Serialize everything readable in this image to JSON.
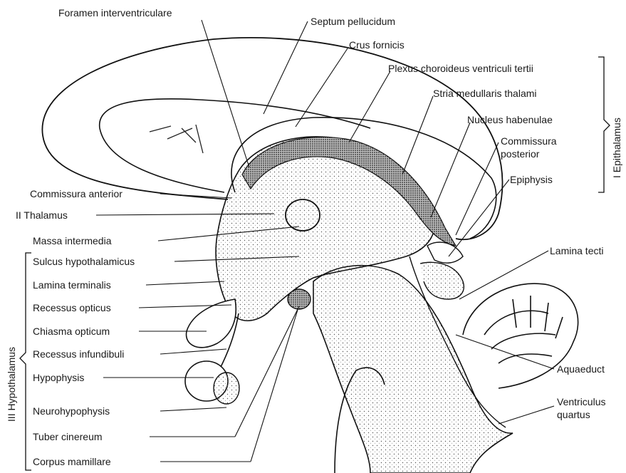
{
  "labels": {
    "foramen_interventriculare": "Foramen interventriculare",
    "septum_pellucidum": "Septum pellucidum",
    "crus_fornicis": "Crus fornicis",
    "plexus_choroideus": "Plexus choroideus ventriculi tertii",
    "stria_medullaris": "Stria medullaris thalami",
    "nucleus_habenulae": "Nucleus habenulae",
    "commissura_posterior_1": "Commissura",
    "commissura_posterior_2": "posterior",
    "epiphysis": "Epiphysis",
    "commissura_anterior": "Commissura anterior",
    "thalamus": "II Thalamus",
    "massa_intermedia": "Massa intermedia",
    "sulcus_hypothalamicus": "Sulcus hypothalamicus",
    "lamina_terminalis": "Lamina terminalis",
    "recessus_opticus": "Recessus opticus",
    "chiasma_opticum": "Chiasma opticum",
    "recessus_infundibuli": "Recessus infundibuli",
    "hypophysis": "Hypophysis",
    "neurohypophysis": "Neurohypophysis",
    "tuber_cinereum": "Tuber cinereum",
    "corpus_mamillare": "Corpus mamillare",
    "lamina_tecti": "Lamina tecti",
    "aquaeduct": "Aquaeduct",
    "ventriculus_quartus_1": "Ventriculus",
    "ventriculus_quartus_2": "quartus"
  },
  "groups": {
    "epithalamus": "I Epithalamus",
    "hypothalamus": "III Hypothalamus"
  }
}
